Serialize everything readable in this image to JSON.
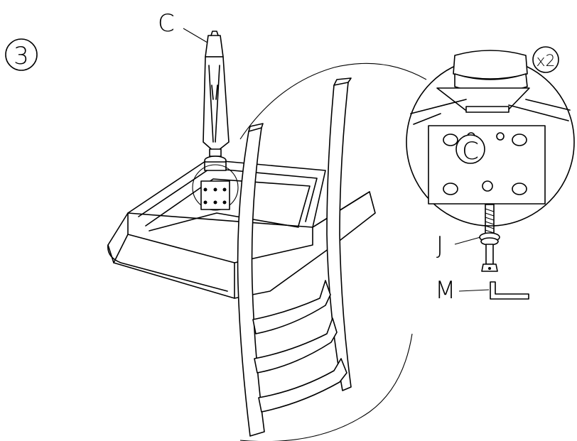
{
  "step": {
    "number": "3"
  },
  "quantity": "x2",
  "parts": {
    "leg": "C",
    "leg_mark": "C",
    "bolt": "J",
    "wrench": "M"
  }
}
